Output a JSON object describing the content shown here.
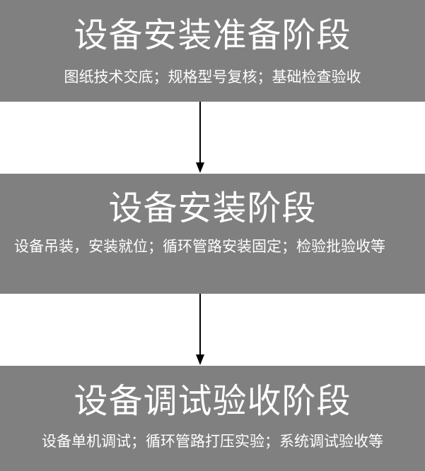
{
  "stages": [
    {
      "title": "设备安装准备阶段",
      "description": "图纸技术交底；规格型号复核；基础检查验收"
    },
    {
      "title": "设备安装阶段",
      "description": "设备吊装，安装就位；循环管路安装固定；检验批验收等"
    },
    {
      "title": "设备调试验收阶段",
      "description": "设备单机调试；循环管路打压实验；系统调试验收等"
    }
  ],
  "colors": {
    "box_fill": "#808080",
    "box_text": "#ffffff",
    "arrow": "#000000"
  }
}
